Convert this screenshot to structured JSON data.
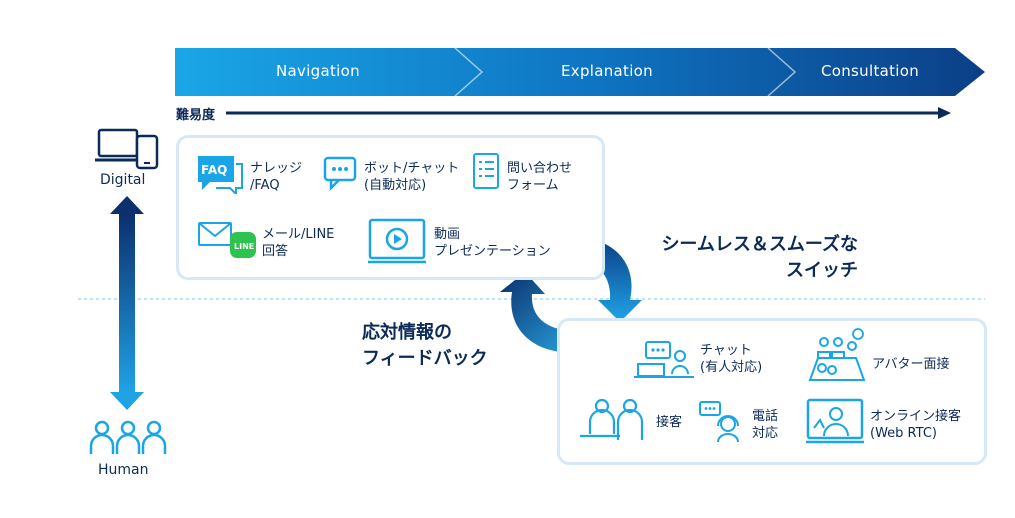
{
  "stages": {
    "navigation": "Navigation",
    "explanation": "Explanation",
    "consultation": "Consultation"
  },
  "difficulty_label": "難易度",
  "axis": {
    "top": "Digital",
    "bottom": "Human"
  },
  "digital_items": {
    "faq": [
      "ナレッジ",
      "/FAQ"
    ],
    "bot": [
      "ボット/チャット",
      "(自動対応)"
    ],
    "form": [
      "問い合わせ",
      "フォーム"
    ],
    "mail": [
      "メール/LINE",
      "回答"
    ],
    "video": [
      "動画",
      "プレゼンテーション"
    ],
    "faq_badge": "FAQ",
    "line_badge": "LINE"
  },
  "human_items": {
    "chat": [
      "チャット",
      "(有人対応)"
    ],
    "avatar": [
      "アバター面接"
    ],
    "visit": [
      "接客"
    ],
    "phone": [
      "電話",
      "対応"
    ],
    "online": [
      "オンライン接客",
      "(Web RTC)"
    ]
  },
  "callouts": {
    "switch": [
      "シームレス＆スムーズな",
      "スイッチ"
    ],
    "feedback": [
      "応対情報の",
      "フィードバック"
    ]
  },
  "colors": {
    "navy": "#0c2a57",
    "light_blue": "#29a8e8",
    "mid_blue": "#1176c6",
    "dark_blue": "#0c4a8e",
    "box_border": "#d6e8f7"
  }
}
